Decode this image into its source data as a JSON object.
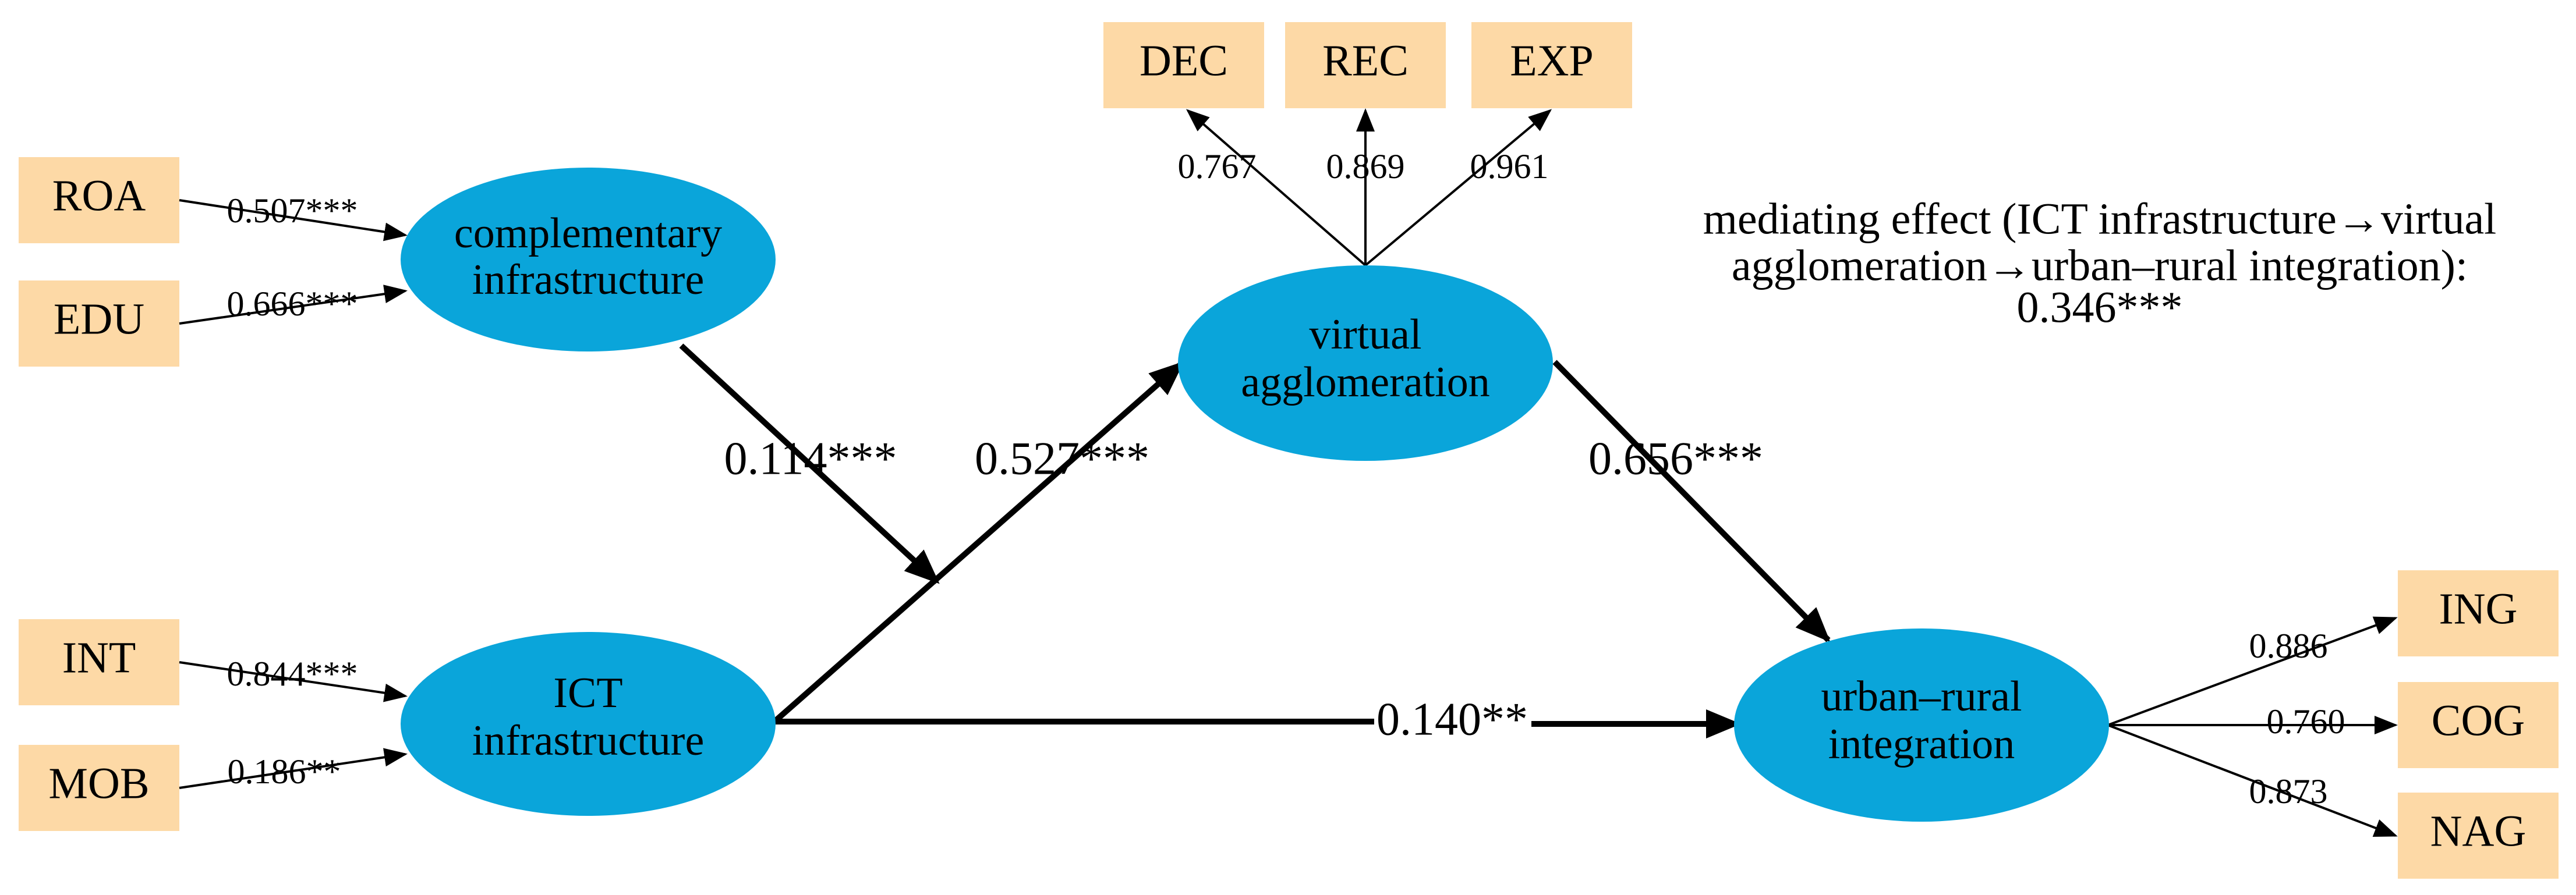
{
  "indicators": {
    "roa": "ROA",
    "edu": "EDU",
    "int": "INT",
    "mob": "MOB",
    "dec": "DEC",
    "rec": "REC",
    "exp": "EXP",
    "ing": "ING",
    "cog": "COG",
    "nag": "NAG"
  },
  "constructs": {
    "complementary": [
      "complementary",
      "infrastructure"
    ],
    "ict": [
      "ICT",
      "infrastructure"
    ],
    "virtual": [
      "virtual",
      "agglomeration"
    ],
    "urban_rural": [
      "urban–rural",
      "integration"
    ]
  },
  "loadings": {
    "roa": "0.507***",
    "edu": "0.666***",
    "int": "0.844***",
    "mob": "0.186**",
    "dec": "0.767",
    "rec": "0.869",
    "exp": "0.961",
    "ing": "0.886",
    "cog": "0.760",
    "nag": "0.873"
  },
  "paths": {
    "complementary_moderation": "0.114***",
    "ict_to_virtual": "0.527***",
    "virtual_to_urban_rural": "0.656***",
    "ict_to_urban_rural": "0.140**"
  },
  "mediating_note": [
    "mediating effect (ICT infrastructure→virtual",
    "agglomeration→urban–rural integration):",
    "0.346***"
  ],
  "colors": {
    "indicator_box": "#FDD9A6",
    "construct_ellipse": "#0AA5DA"
  }
}
